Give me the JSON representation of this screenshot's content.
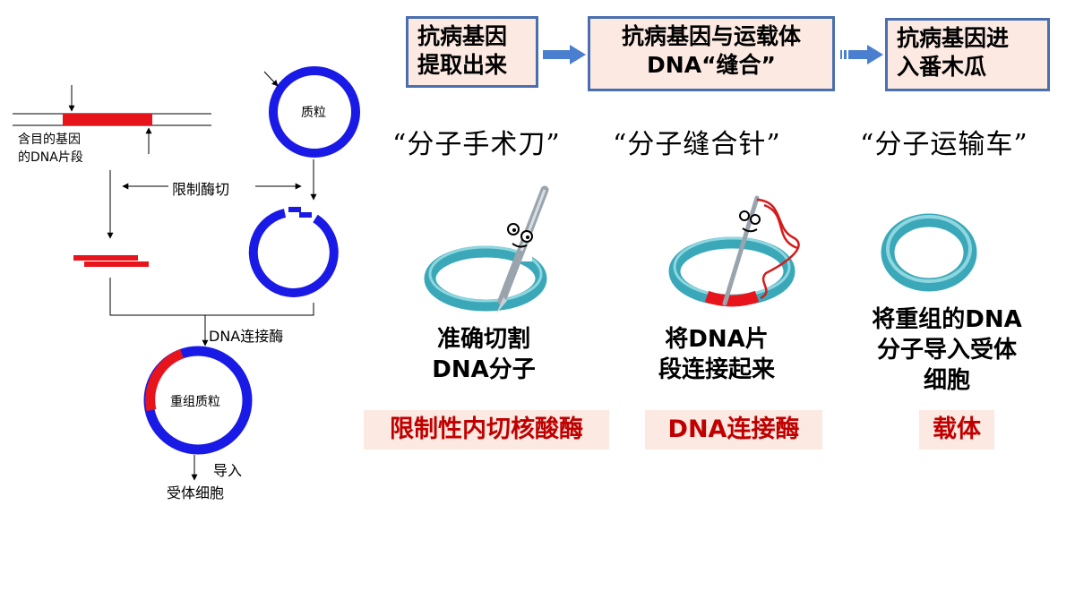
{
  "left_diagram": {
    "dna_fragment_label": [
      "含目的基因",
      "的DNA片段"
    ],
    "plasmid_label": "质粒",
    "restriction_label": "限制酶切",
    "ligase_label": "DNA连接酶",
    "recombinant_label": "重组质粒",
    "import_label": [
      "导入",
      "受体细胞"
    ]
  },
  "flow": {
    "steps": [
      {
        "lines": [
          "抗病基因",
          "提取出来"
        ]
      },
      {
        "lines": [
          "抗病基因与运载体",
          "DNA“缝合”"
        ]
      },
      {
        "lines": [
          "抗病基因进",
          "入番木瓜"
        ]
      }
    ]
  },
  "tools": [
    {
      "nickname": "“分子手术刀”",
      "function_lines": [
        "准确切割",
        "DNA分子"
      ],
      "name": "限制性内切核酸酶",
      "icon": "scalpel-icon"
    },
    {
      "nickname": "“分子缝合针”",
      "function_lines": [
        "将DNA片",
        "段连接起来"
      ],
      "name": "DNA连接酶",
      "icon": "needle-icon"
    },
    {
      "nickname": "“分子运输车”",
      "function_lines": [
        "将重组的DNA",
        "分子导入受体",
        "细胞"
      ],
      "name": "载体",
      "icon": "ring-icon"
    }
  ],
  "colors": {
    "dna_red": "#e8141c",
    "plasmid_blue": "#1a1ae6",
    "box_border": "#4a6fb0",
    "box_fill": "#fbe9e2",
    "enzyme_text": "#c00000",
    "ring_teal": "#3aa8b8"
  }
}
